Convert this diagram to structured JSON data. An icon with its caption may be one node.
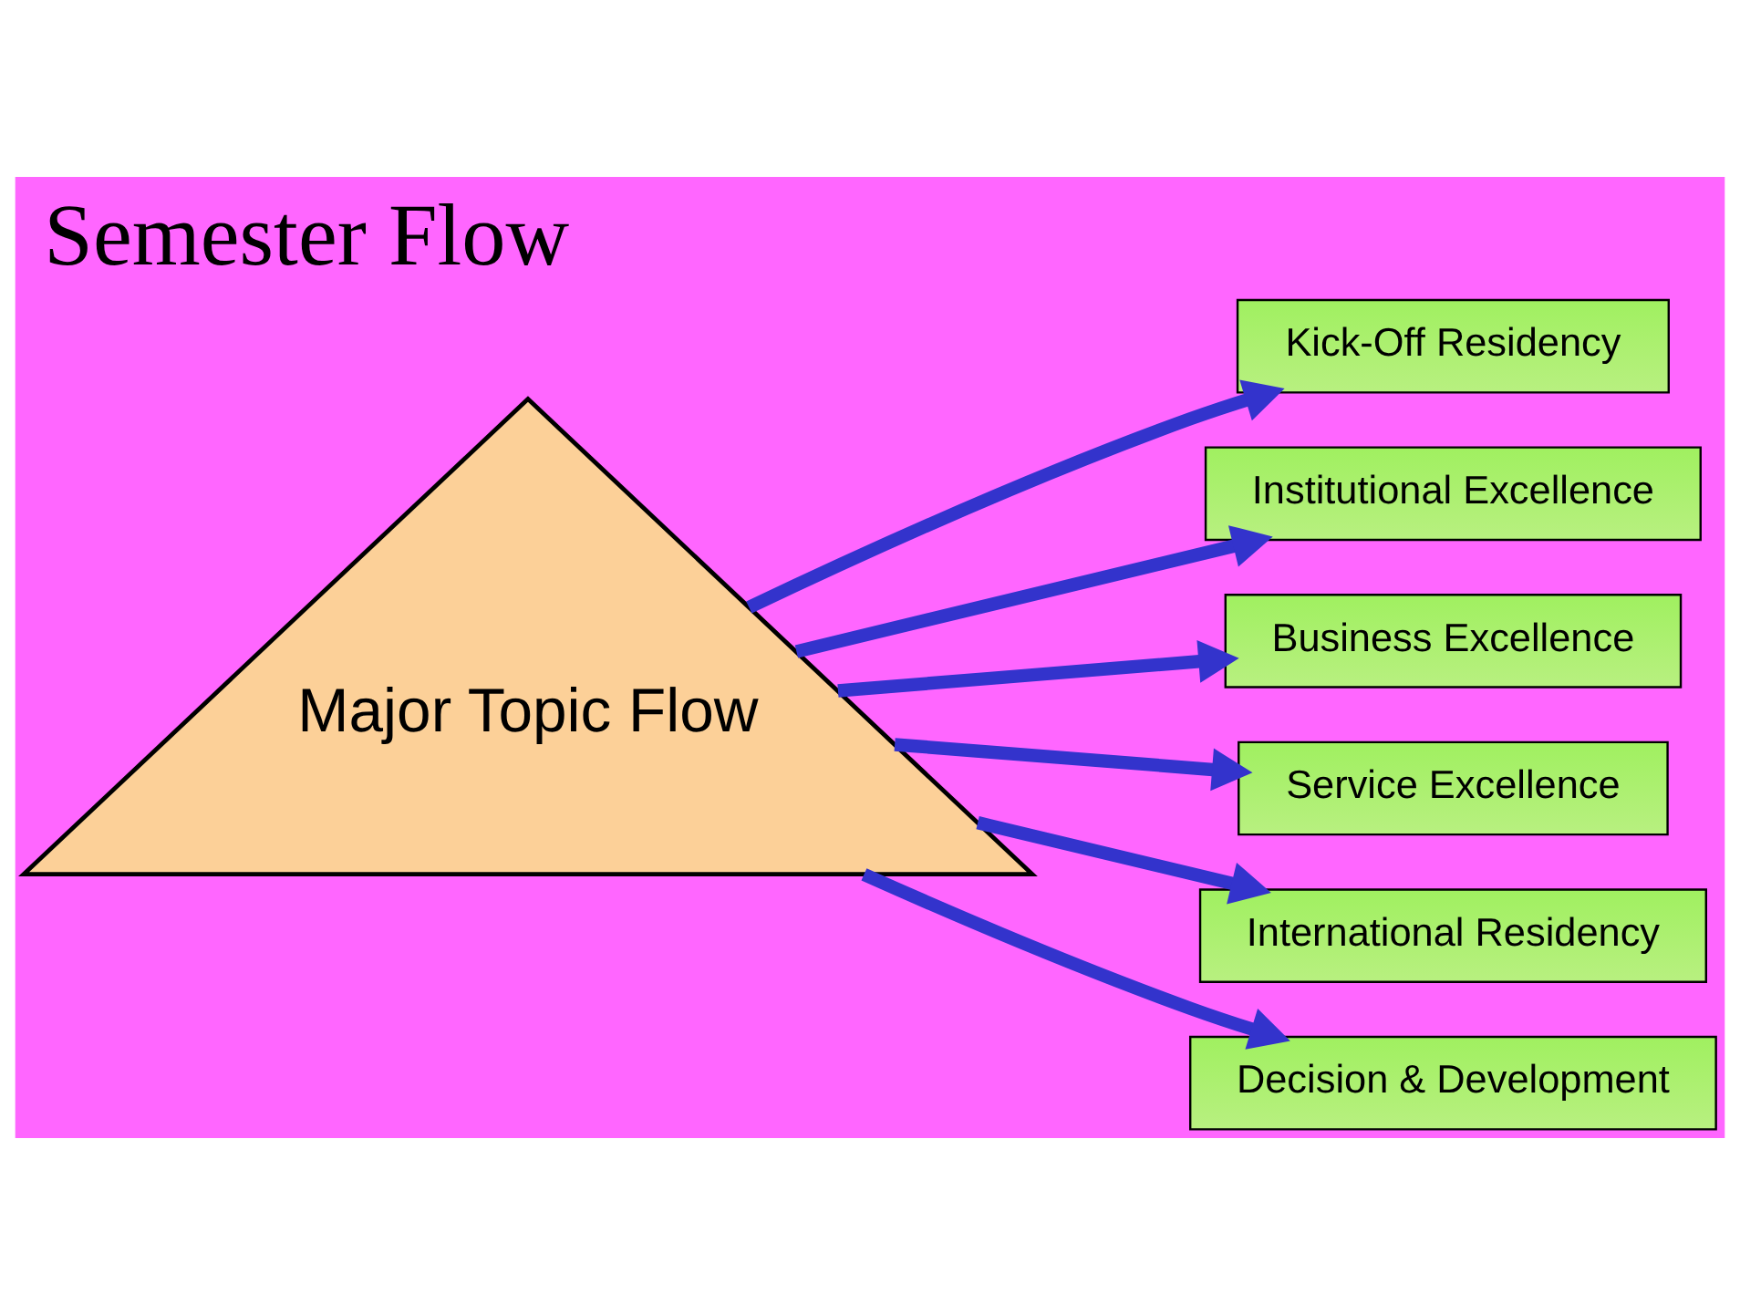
{
  "diagram": {
    "title": "Semester Flow",
    "nodes": [
      {
        "text": [
          "Major Topic Flow"
        ]
      },
      {
        "text": [
          "Kick-Off Residency"
        ]
      },
      {
        "text": [
          "Institutional Excellence"
        ]
      },
      {
        "text": [
          "Business Excellence"
        ]
      },
      {
        "text": [
          "Service Excellence"
        ]
      },
      {
        "text": [
          "International Residency"
        ]
      },
      {
        "text": [
          "Decision & Development"
        ]
      }
    ],
    "edges": [
      {
        "from": 0,
        "to": 1,
        "arrow": "to"
      },
      {
        "from": 0,
        "to": 2,
        "arrow": "to"
      },
      {
        "from": 0,
        "to": 3,
        "arrow": "to"
      },
      {
        "from": 0,
        "to": 4,
        "arrow": "to"
      },
      {
        "from": 0,
        "to": 5,
        "arrow": "to"
      },
      {
        "from": 0,
        "to": 6,
        "arrow": "to"
      }
    ]
  }
}
